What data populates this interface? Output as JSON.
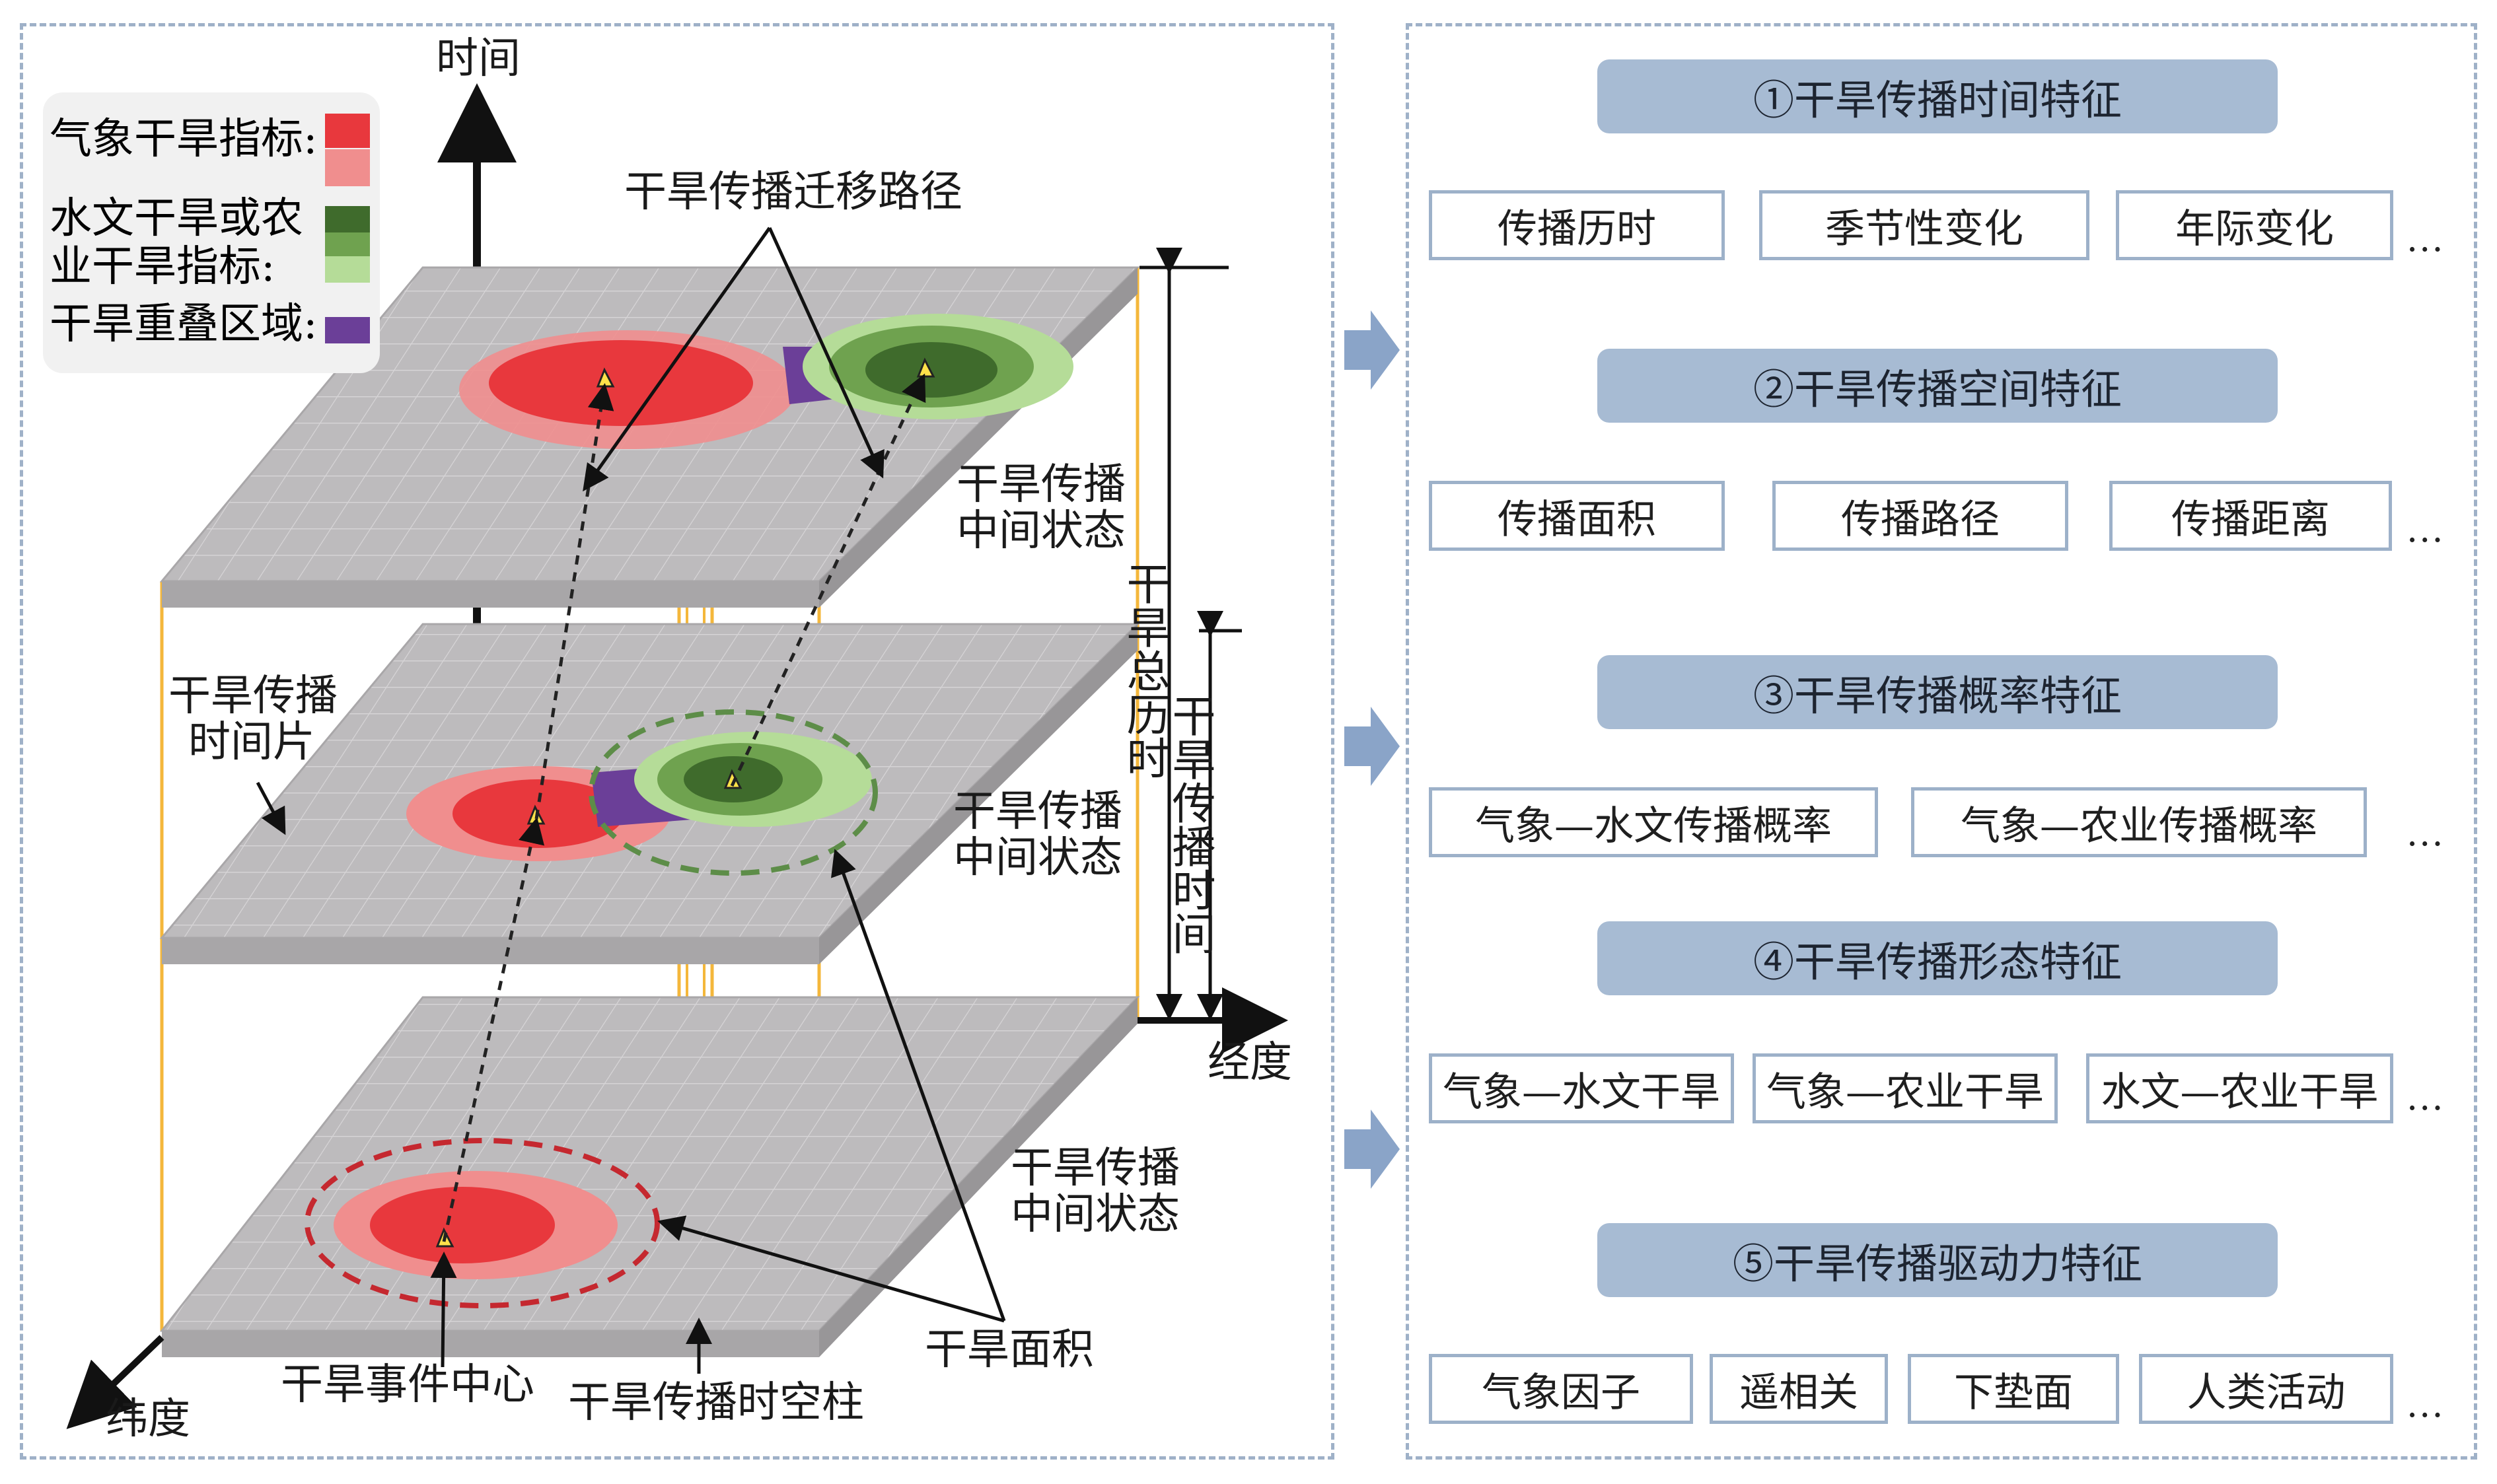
{
  "legend": {
    "met_label": "气象干旱指标:",
    "hydro_label_1": "水文干旱或农",
    "hydro_label_2": "业干旱指标:",
    "overlap_label": "干旱重叠区域:"
  },
  "colors": {
    "met_dark": "#e8383d",
    "met_light": "#f08e8e",
    "hydro_dark": "#3f6b2c",
    "hydro_mid": "#6fa24f",
    "hydro_light": "#b5dc98",
    "overlap": "#6b3f98",
    "layer": "#bdbbbd",
    "column": "#f4b73b",
    "pill": "#a7bbd3",
    "border": "#9fb1c8"
  },
  "diagram": {
    "axis_time": "时间",
    "axis_longitude": "经度",
    "axis_latitude": "纬度",
    "migration_path": "干旱传播迁移路径",
    "intermediate_state_top_1": "干旱传播",
    "intermediate_state_top_2": "中间状态",
    "intermediate_state_mid_1": "干旱传播",
    "intermediate_state_mid_2": "中间状态",
    "intermediate_state_bot_1": "干旱传播",
    "intermediate_state_bot_2": "中间状态",
    "time_slice_1": "干旱传播",
    "time_slice_2": "时间片",
    "total_duration": "干旱总历时",
    "propagation_time": "干旱传播时间",
    "event_center": "干旱事件中心",
    "spacetime_column": "干旱传播时空柱",
    "drought_area": "干旱面积"
  },
  "features": [
    {
      "title": "①干旱传播时间特征",
      "tags": [
        "传播历时",
        "季节性变化",
        "年际变化"
      ],
      "more": "..."
    },
    {
      "title": "②干旱传播空间特征",
      "tags": [
        "传播面积",
        "传播路径",
        "传播距离"
      ],
      "more": "..."
    },
    {
      "title": "③干旱传播概率特征",
      "tags": [
        "气象—水文传播概率",
        "气象—农业传播概率"
      ],
      "more": "..."
    },
    {
      "title": "④干旱传播形态特征",
      "tags": [
        "气象—水文干旱",
        "气象—农业干旱",
        "水文—农业干旱"
      ],
      "more": "..."
    },
    {
      "title": "⑤干旱传播驱动力特征",
      "tags": [
        "气象因子",
        "遥相关",
        "下垫面",
        "人类活动"
      ],
      "more": "..."
    }
  ]
}
